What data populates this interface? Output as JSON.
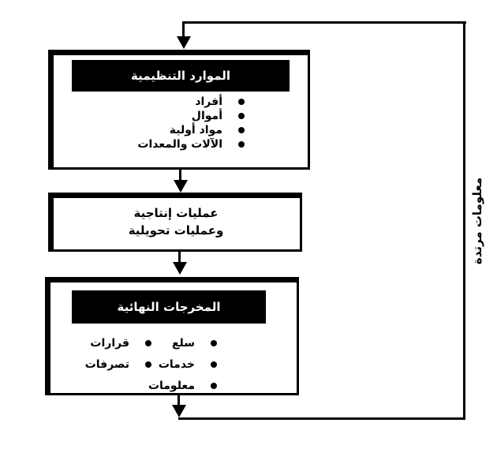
{
  "inputs": {
    "title": "الموارد التنظيمية",
    "items": [
      "أفراد",
      "أموال",
      "مواد أولية",
      "الآلات والمعدات"
    ]
  },
  "process": {
    "line1": "عمليات إنتاجية",
    "line2": "وعمليات تحويلية"
  },
  "outputs": {
    "title": "المخرجات النهائية",
    "items": [
      "سلع",
      "قرارات",
      "خدمات",
      "تصرفات",
      "معلومات"
    ]
  },
  "feedback": {
    "label": "معلومات مرتدة"
  }
}
